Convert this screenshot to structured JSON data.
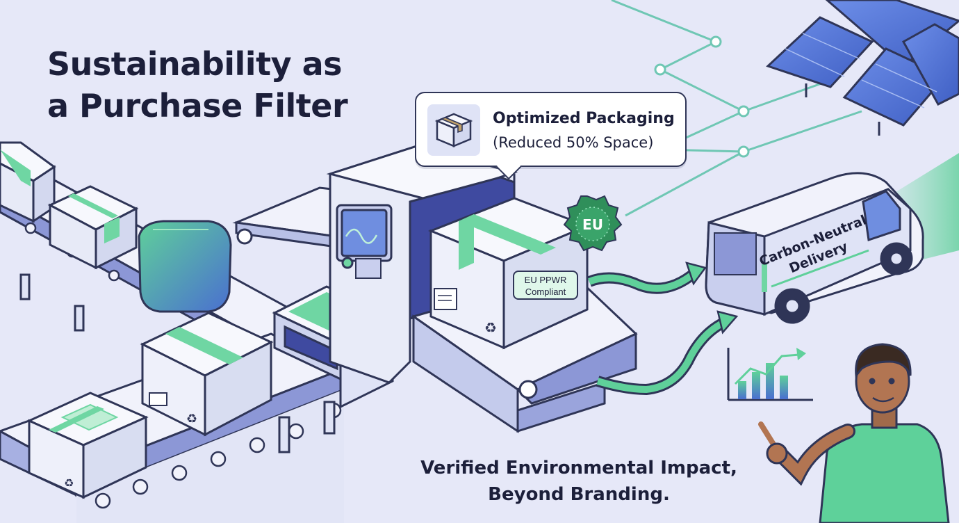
{
  "headline": {
    "line1": "Sustainability as",
    "line2": "a Purchase Filter"
  },
  "callout": {
    "title": "Optimized Packaging",
    "subtitle": "(Reduced 50% Space)",
    "icon": "package-icon"
  },
  "badges": {
    "eu_seal": "EU",
    "compliance_line1": "EU PPWR",
    "compliance_line2": "Compliant"
  },
  "van": {
    "label_line1": "Carbon-Neutral",
    "label_line2": "Delivery"
  },
  "tagline": {
    "line1": "Verified Environmental Impact,",
    "line2": "Beyond Branding."
  },
  "colors": {
    "background": "#e6e8f8",
    "ink": "#1c1f3a",
    "accent_green": "#4cc08a",
    "accent_blue": "#4a6fd0",
    "seal_green": "#2f8f5a"
  }
}
